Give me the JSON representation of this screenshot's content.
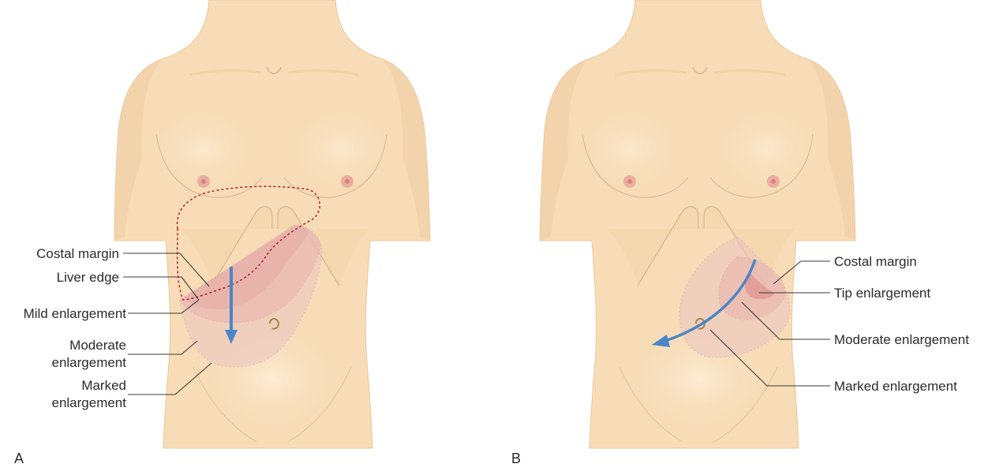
{
  "panels": {
    "a": {
      "letter": "A",
      "labels": {
        "costal_margin": "Costal margin",
        "liver_edge": "Liver edge",
        "mild": "Mild enlargement",
        "moderate_1": "Moderate",
        "moderate_2": "enlargement",
        "marked_1": "Marked",
        "marked_2": "enlargement"
      }
    },
    "b": {
      "letter": "B",
      "labels": {
        "costal_margin": "Costal margin",
        "tip": "Tip enlargement",
        "moderate": "Moderate enlargement",
        "marked": "Marked enlargement"
      }
    }
  },
  "colors": {
    "skin": "#f7dcb7",
    "skin_shadow": "#efc99d",
    "skin_outline": "#c9a57c",
    "nipple": "#e9a79a",
    "liver_outline": "#b01f2a",
    "enlargement_fill": "#e7a9a4",
    "arrow": "#4a86c7"
  }
}
